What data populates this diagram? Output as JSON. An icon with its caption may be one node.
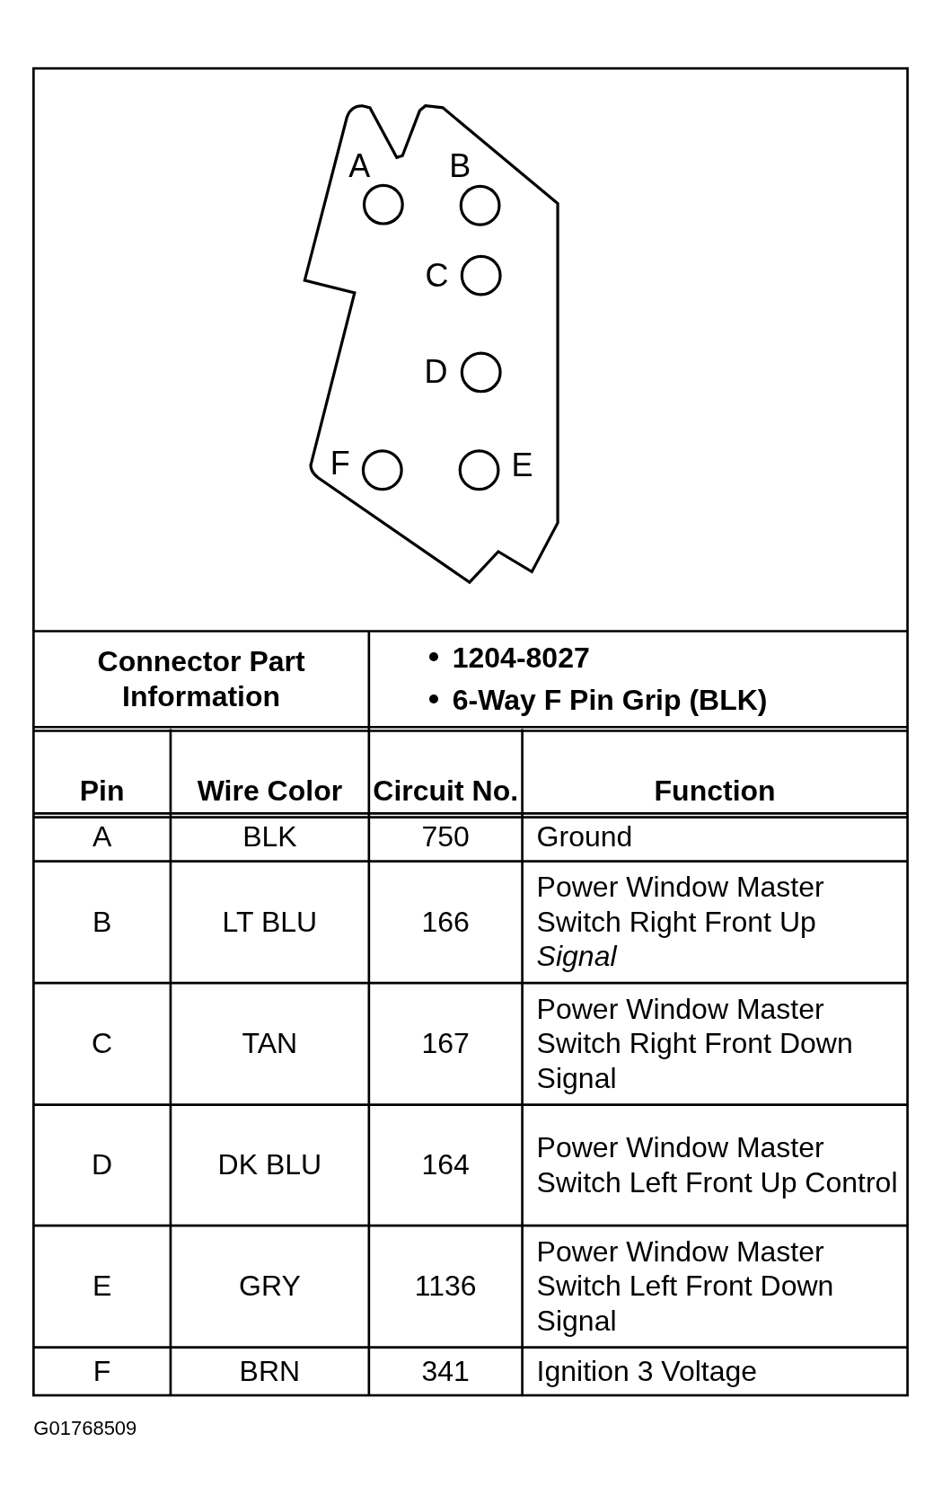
{
  "diagram": {
    "labels": [
      "A",
      "B",
      "C",
      "D",
      "F",
      "E",
      "Connector Part Information",
      "1204-8027",
      "6-Way F Pin Grip (BLK)",
      "Pin",
      "Wire Color",
      "Circuit No.",
      "Function",
      "A",
      "BLK",
      "750",
      "Ground",
      "B",
      "LT BLU",
      "166",
      "Power Window Master Switch Right Front Up *Signal*",
      "C",
      "TAN",
      "167",
      "Power Window Master Switch Right Front Down Signal",
      "D",
      "DK BLU",
      "164",
      "Power Window Master Switch Left Front Up Control",
      "E",
      "GRY",
      "1136",
      "Power Window Master Switch Left Front Down Signal",
      "F",
      "BRN",
      "341",
      "Ignition 3 Voltage",
      "G01768509"
    ]
  }
}
